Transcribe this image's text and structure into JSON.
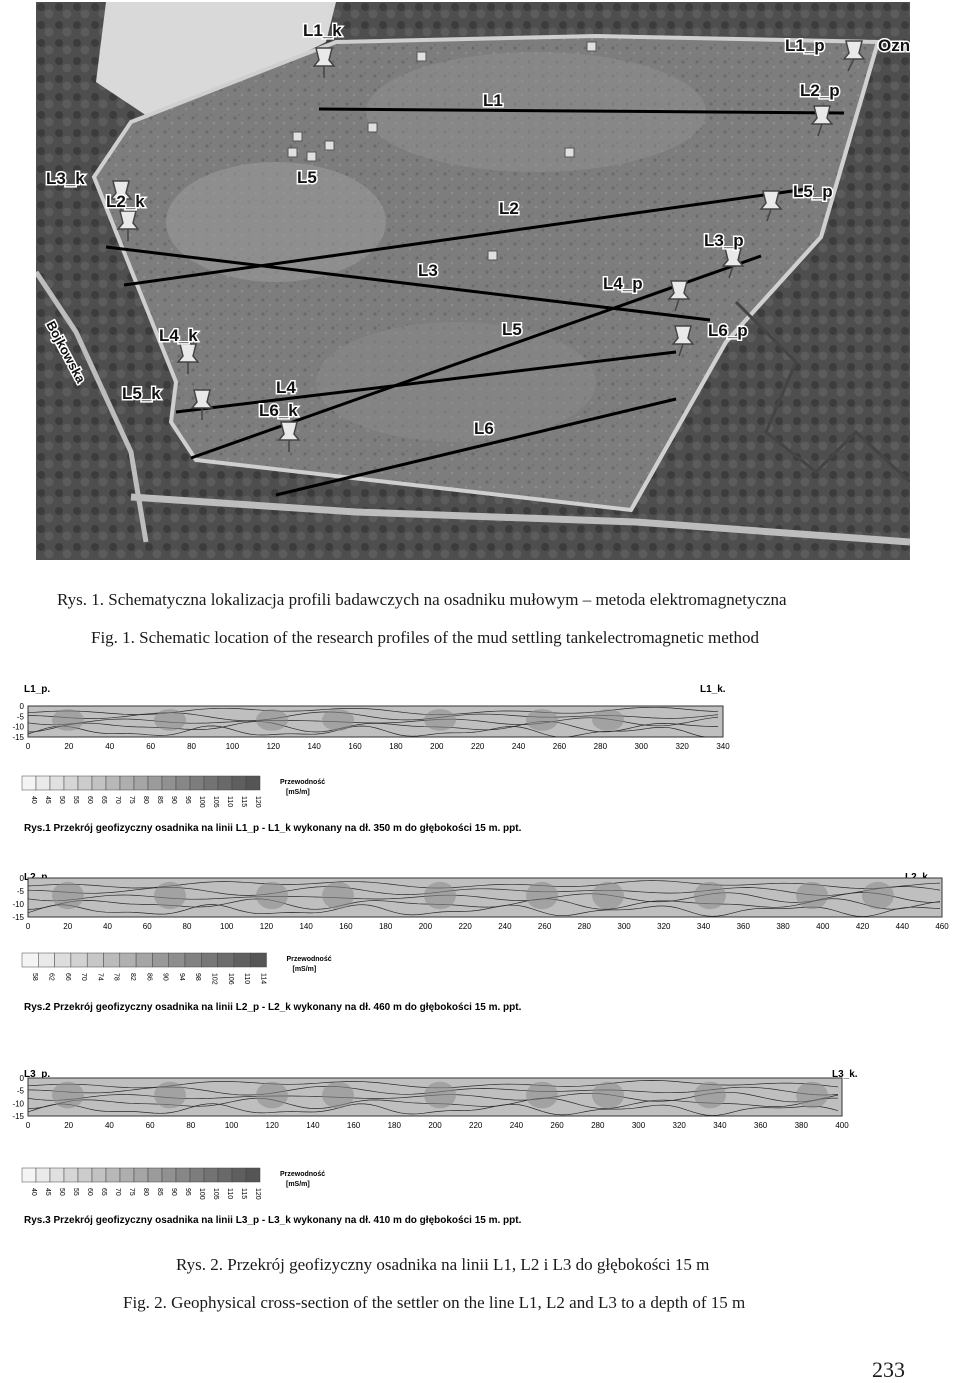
{
  "figure1": {
    "map_labels": {
      "endpoints": [
        "L1_k",
        "L1_p",
        "Ozn",
        "L2_p",
        "L3_k",
        "L2_k",
        "L5_p",
        "L3_p",
        "L4_p",
        "L4_k",
        "L6_p",
        "L5_k",
        "L6_k"
      ],
      "lines": [
        "L1",
        "L5",
        "L2",
        "L3",
        "L5",
        "L4",
        "L6"
      ],
      "street": "Bojkowska"
    },
    "caption_pl": "Rys. 1. Schematyczna lokalizacja profili badawczych na osadniku mułowym – metoda elektromagnetyczna",
    "caption_en": "Fig. 1. Schematic location of the research profiles of the mud settling tankelectromagnetic method"
  },
  "profiles": [
    {
      "start_label": "L1_p.",
      "end_label": "L1_k.",
      "depth_ticks": [
        "0",
        "-5",
        "-10",
        "-15"
      ],
      "distance_ticks": [
        "0",
        "20",
        "40",
        "60",
        "80",
        "100",
        "120",
        "140",
        "160",
        "180",
        "200",
        "220",
        "240",
        "260",
        "280",
        "300",
        "320",
        "340"
      ],
      "legend_values": [
        "40",
        "45",
        "50",
        "55",
        "60",
        "65",
        "70",
        "75",
        "80",
        "85",
        "90",
        "95",
        "100",
        "105",
        "110",
        "115",
        "120"
      ],
      "legend_title": "Przewodność",
      "legend_unit": "[mS/m]",
      "title": "Rys.1 Przekrój geofizyczny osadnika na linii L1_p - L1_k wykonany na dł. 350 m do głębokości 15 m. ppt."
    },
    {
      "start_label": "L2_p.",
      "end_label": "L2_k.",
      "depth_ticks": [
        "0",
        "-5",
        "-10",
        "-15"
      ],
      "distance_ticks": [
        "0",
        "20",
        "40",
        "60",
        "80",
        "100",
        "120",
        "140",
        "160",
        "180",
        "200",
        "220",
        "240",
        "260",
        "280",
        "300",
        "320",
        "340",
        "360",
        "380",
        "400",
        "420",
        "440",
        "460"
      ],
      "legend_values": [
        "58",
        "62",
        "66",
        "70",
        "74",
        "78",
        "82",
        "86",
        "90",
        "94",
        "98",
        "102",
        "106",
        "110",
        "114"
      ],
      "legend_title": "Przewodność",
      "legend_unit": "[mS/m]",
      "title": "Rys.2 Przekrój geofizyczny osadnika na linii L2_p - L2_k wykonany na dł. 460 m do głębokości 15 m. ppt."
    },
    {
      "start_label": "L3_p.",
      "end_label": "L3_k.",
      "depth_ticks": [
        "0",
        "-5",
        "-10",
        "-15"
      ],
      "distance_ticks": [
        "0",
        "20",
        "40",
        "60",
        "80",
        "100",
        "120",
        "140",
        "160",
        "180",
        "200",
        "220",
        "240",
        "260",
        "280",
        "300",
        "320",
        "340",
        "360",
        "380",
        "400"
      ],
      "legend_values": [
        "40",
        "45",
        "50",
        "55",
        "60",
        "65",
        "70",
        "75",
        "80",
        "85",
        "90",
        "95",
        "100",
        "105",
        "110",
        "115",
        "120"
      ],
      "legend_title": "Przewodność",
      "legend_unit": "[mS/m]",
      "title": "Rys.3 Przekrój geofizyczny osadnika na linii L3_p - L3_k wykonany na dł. 410 m do głębokości 15 m. ppt."
    }
  ],
  "figure2": {
    "caption_pl": "Rys. 2. Przekrój geofizyczny osadnika na linii L1, L2 i L3 do głębokości 15 m",
    "caption_en": "Fig. 2. Geophysical cross-section of the settler on the line L1, L2 and L3 to a depth of 15 m"
  },
  "page_number": "233",
  "colors": {
    "legend_light": "#f4f4f4",
    "legend_dark": "#555555",
    "section_fill": "#bfbfbf",
    "aerial_dark": "#5e5e5e",
    "aerial_light": "#9a9a9a"
  }
}
